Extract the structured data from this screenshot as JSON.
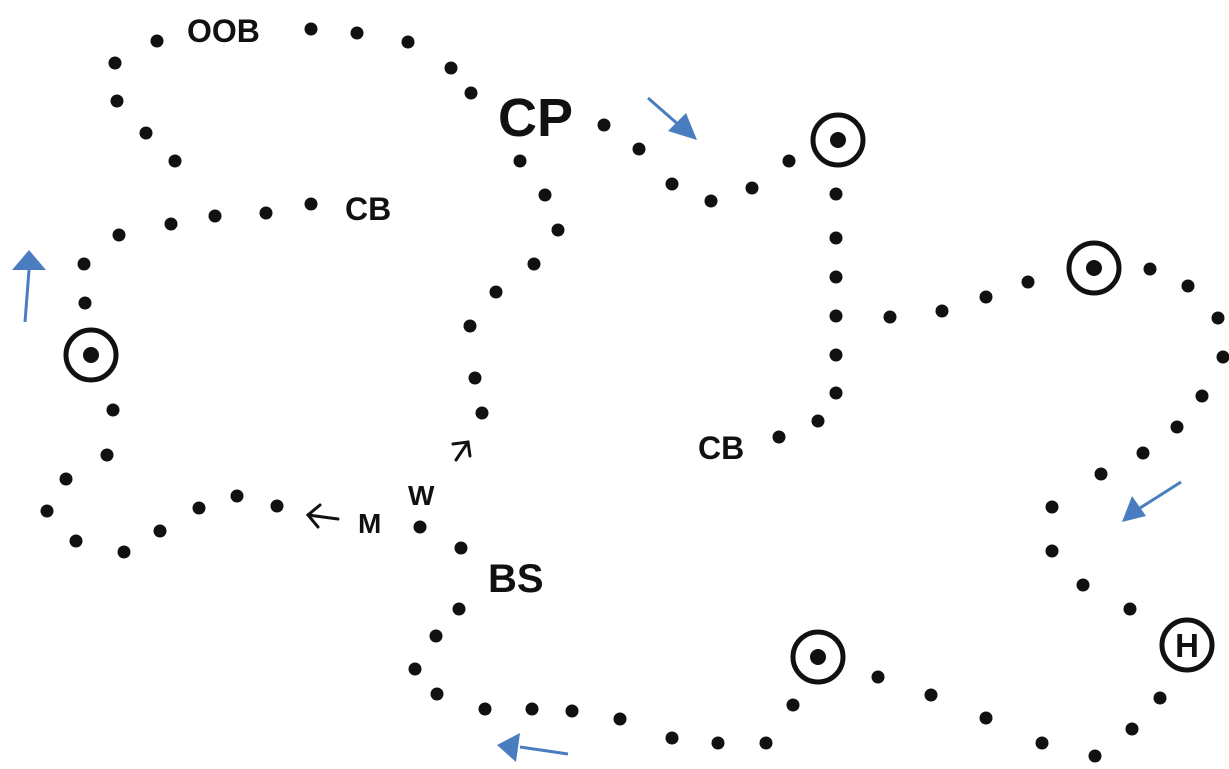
{
  "diagram": {
    "labels": {
      "oob": "OOB",
      "cp": "CP",
      "cb_left": "CB",
      "cb_center": "CB",
      "w": "W",
      "m": "M",
      "bs": "BS",
      "helipad": "H"
    },
    "colors": {
      "dots": "#111111",
      "arrow_blue": "#4a7dbf",
      "marker": "#111111"
    },
    "icons": {
      "checkpoint_marker": "circled-dot-icon",
      "helipad_marker": "circled-h-icon",
      "direction_arrow": "arrow-icon"
    }
  }
}
